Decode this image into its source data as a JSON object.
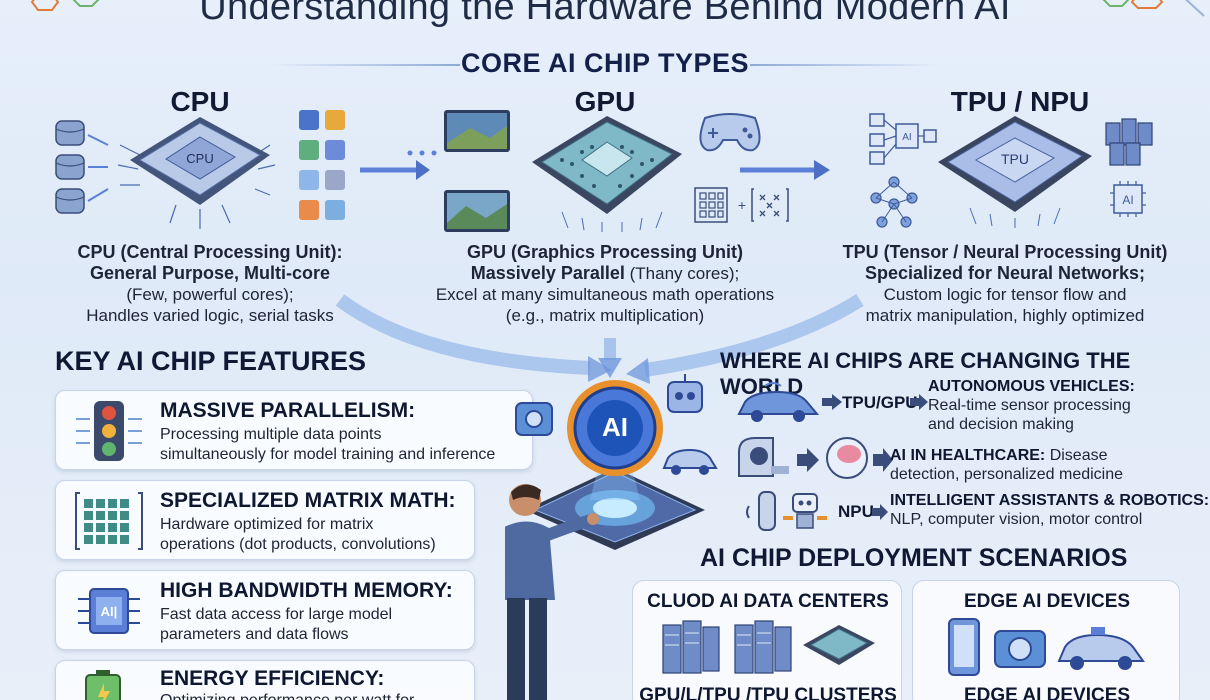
{
  "title": "Understanding the Hardware Behind Modern AI",
  "core_section": {
    "title": "CORE AI CHIP TYPES",
    "chips": [
      {
        "name": "CPU",
        "chip_label": "CPU",
        "full_name": "CPU (Central Processing Unit):",
        "bold_line": "General Purpose, Multi-core",
        "lines": [
          "(Few, powerful cores);",
          "Handles varied logic, serial tasks"
        ]
      },
      {
        "name": "GPU",
        "chip_label": "",
        "full_name": "GPU (Graphics Processing Unit)",
        "bold_line": "Massively Parallel",
        "bold_suffix": " (Thany cores);",
        "lines": [
          "Excel at many simultaneous math operations",
          "(e.g., matrix multiplication)"
        ]
      },
      {
        "name": "TPU / NPU",
        "chip_label": "TPU",
        "full_name": "TPU (Tensor / Neural Processing Unit)",
        "bold_line": "Specialized for Neural Networks;",
        "lines": [
          "Custom logic for tensor flow and",
          "matrix manipulation, highly optimized"
        ]
      }
    ],
    "matrix_plus": "+",
    "ai_small_label": "AI",
    "tpu_side_label": "AI"
  },
  "features": {
    "heading": "KEY AI CHIP FEATURES",
    "items": [
      {
        "title": "MASSIVE PARALLELISM:",
        "lines": [
          "Processing multiple data points",
          "simultaneously for model training and inference"
        ],
        "icon": "traffic-light-icon"
      },
      {
        "title": "SPECIALIZED MATRIX MATH:",
        "lines": [
          "Hardware optimized for matrix",
          "operations (dot products, convolutions)"
        ],
        "icon": "grid-matrix-icon"
      },
      {
        "title": "HIGH BANDWIDTH MEMORY:",
        "lines": [
          "Fast data access for large model",
          "parameters and data flows"
        ],
        "icon": "memory-chip-icon",
        "icon_label": "AI|"
      },
      {
        "title": "ENERGY EFFICIENCY:",
        "lines": [
          "Optimizing performance per watt for"
        ],
        "icon": "battery-icon"
      }
    ]
  },
  "center": {
    "ai_badge": "AI"
  },
  "applications": {
    "heading": "WHERE AI CHIPS ARE CHANGING THE WORLD",
    "items": [
      {
        "chip": "TPU/GPU",
        "title": "AUTONOMOUS VEHICLES:",
        "lines": [
          "Real-time sensor processing",
          "and decision making"
        ],
        "icon": "car-icon"
      },
      {
        "chip": "",
        "title": "AI IN HEALTHCARE:",
        "title_suffix": " Disease",
        "lines": [
          "detection, personalized medicine"
        ],
        "icon": "brain-icon"
      },
      {
        "chip": "NPU",
        "title": "INTELLIGENT ASSISTANTS & ROBOTICS:",
        "lines": [
          "NLP, computer vision, motor control"
        ],
        "icon": "robot-icon"
      }
    ]
  },
  "deployment": {
    "heading": "AI CHIP DEPLOYMENT SCENARIOS",
    "cards": [
      {
        "title": "CLUOD AI DATA CENTERS",
        "footer": "GPU/L/TPU /TPU CLUSTERS"
      },
      {
        "title": "EDGE AI DEVICES",
        "footer": "EDGE AI DEVICES"
      }
    ]
  },
  "colors": {
    "accent_blue": "#3f6fd9",
    "arrow_blue": "#5b7fd6",
    "chip_teal": "#7fb8c6",
    "ai_orange": "#e8902c"
  }
}
